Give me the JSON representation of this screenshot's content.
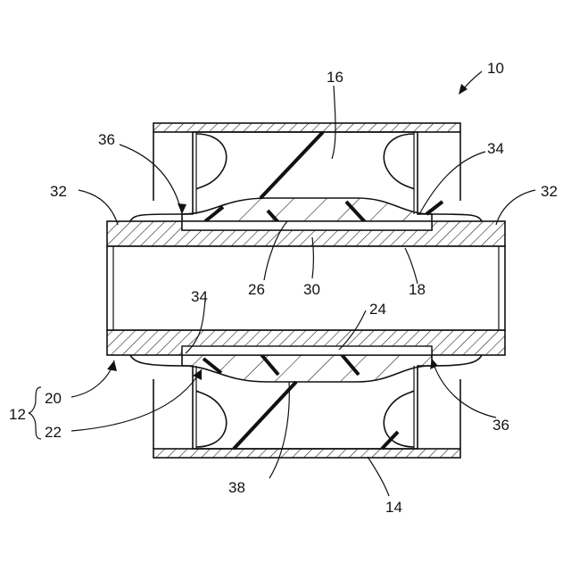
{
  "figure": {
    "labels": {
      "assembly": "10",
      "outer_sleeve": "14",
      "rubber_body": "16",
      "inner_sleeve": "18",
      "upper_contact_surface": "26",
      "inner_bore": "30",
      "flange_left": "32",
      "flange_right": "32",
      "recess_upper": "34",
      "recess_lower": "34",
      "edge_upper": "36",
      "edge_lower": "36",
      "bump_lower": "24",
      "lower_contact_surface": "38",
      "group": "12",
      "group_member_a": "20",
      "group_member_b": "22"
    }
  }
}
